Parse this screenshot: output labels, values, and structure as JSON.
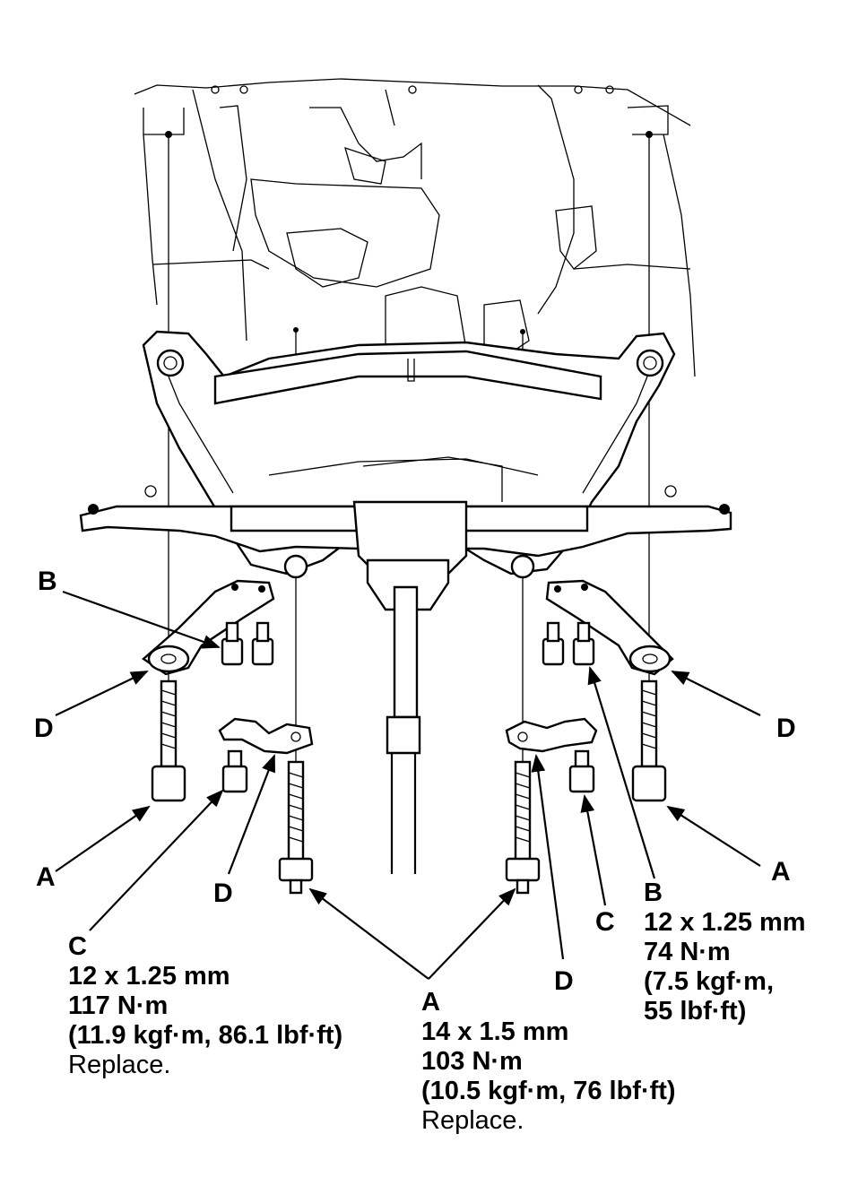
{
  "callouts": {
    "a_left": "A",
    "a_right": "A",
    "a_center": "A",
    "b_top": "B",
    "b_right": "B",
    "c_left": "C",
    "c_right": "C",
    "d_left": "D",
    "d_right": "D",
    "d_lower_left": "D",
    "d_lower_right": "D"
  },
  "specs": {
    "c": {
      "size": "12 x 1.25 mm",
      "torque": "117 N·m",
      "alt": "(11.9 kgf·m, 86.1 lbf·ft)",
      "note": "Replace."
    },
    "a": {
      "size": "14 x 1.5 mm",
      "torque": "103 N·m",
      "alt": "(10.5 kgf·m, 76 lbf·ft)",
      "note": "Replace."
    },
    "b": {
      "size": "12 x 1.25 mm",
      "torque": "74 N·m",
      "alt1": "(7.5 kgf·m,",
      "alt2": "55 lbf·ft)"
    }
  }
}
